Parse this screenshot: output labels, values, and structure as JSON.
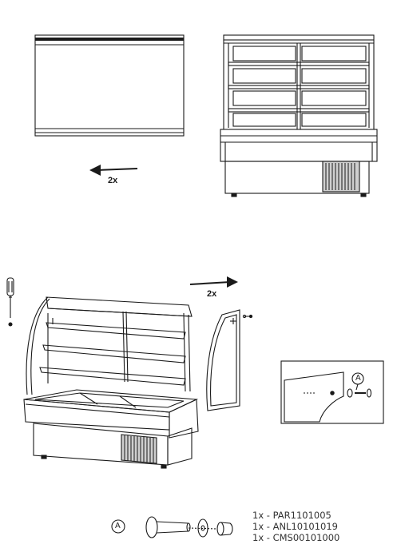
{
  "step1": {
    "quantity_label": "2x"
  },
  "step2": {
    "quantity_label": "2x"
  },
  "detail": {
    "callout_letter": "A"
  },
  "parts_list": {
    "callout_letter": "A",
    "items": [
      "1x - PAR1101005",
      "1x - ANL10101019",
      "1x - CMS00101000"
    ]
  }
}
